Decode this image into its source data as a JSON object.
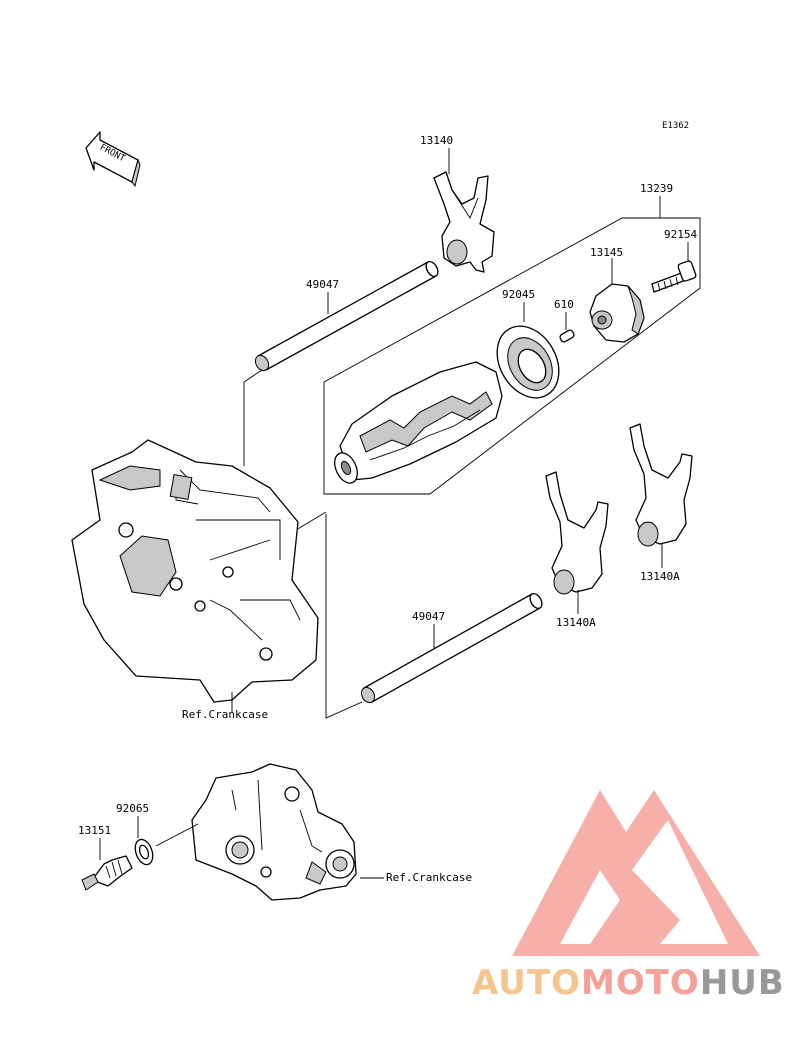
{
  "diagram_code": "E1362",
  "front_label": "FRONT",
  "parts": {
    "p13140_top": "13140",
    "p13239": "13239",
    "p92154": "92154",
    "p13145": "13145",
    "p92045": "92045",
    "p610": "610",
    "p49047_top": "49047",
    "p49047_bottom": "49047",
    "p13140a_right": "13140A",
    "p13140a_mid": "13140A",
    "ref_crankcase_top": "Ref.Crankcase",
    "p92065": "92065",
    "p13151": "13151",
    "ref_crankcase_bottom": "Ref.Crankcase"
  },
  "watermark": {
    "text_auto": "AUTO",
    "text_moto": "MOTO",
    "text_hub": "HUB",
    "color_auto": "#f5c58f",
    "color_moto": "#f4a19a",
    "color_hub": "#999999",
    "logo_color": "#f4a19a"
  }
}
